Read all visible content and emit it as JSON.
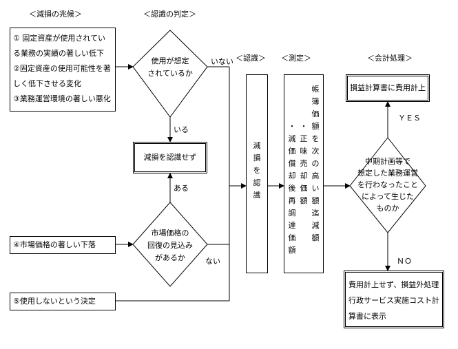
{
  "headers": {
    "signs": "＜減損の兆候＞",
    "judgment": "＜認識の判定＞",
    "recognition": "＜認識＞",
    "measurement": "＜測定＞",
    "accounting": "＜会計処理＞"
  },
  "signs_box": {
    "lines": [
      "① 固定資産が使用されてい",
      "る業務の実績の著しい低下",
      "②固定資産の使用可能性を著",
      "しく低下させる変化",
      "③業務運営環境の著しい悪化"
    ]
  },
  "sign4": "④市場価格の著しい下落",
  "sign5": "⑤使用しないという決定",
  "decision1": {
    "lines": [
      "使用が想定",
      "されているか"
    ],
    "no": "いない",
    "yes": "いる"
  },
  "not_recognized": "減損を認識せず",
  "decision2": {
    "lines": [
      "市場価格の",
      "回復の見込み",
      "があるか"
    ],
    "yes": "ある",
    "no": "ない"
  },
  "recognize_col": "減損を認識",
  "measure_cols": [
    "帳簿価額を次の高い額迄減額",
    "・正味売却価額",
    "・減価償却後再調達価額"
  ],
  "expense_box": "損益計算書に費用計上",
  "decision3": {
    "lines": [
      "中期計画等で",
      "想定した業務運営",
      "を行わなったこと",
      "によって生じた",
      "ものか"
    ],
    "yes": "ＹＥＳ",
    "no": "ＮＯ"
  },
  "non_expense_box": {
    "lines": [
      "費用計上せず、損益外処理",
      "行政サービス実施コスト計",
      "算書に表示"
    ]
  }
}
